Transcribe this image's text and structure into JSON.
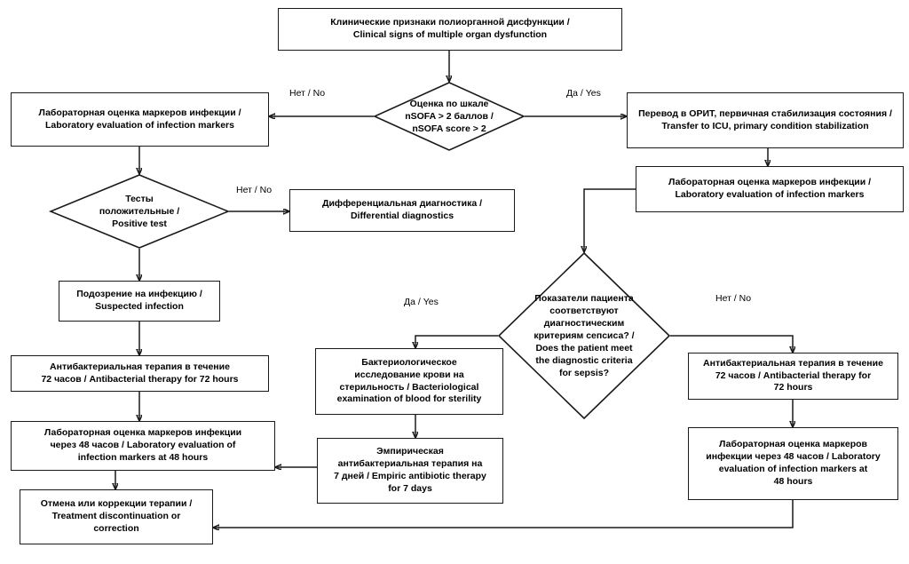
{
  "diagram": {
    "title": "Clinical algorithm for neonatal sepsis diagnosis and management",
    "type": "flowchart",
    "language": "ru-en-bilingual",
    "colors": {
      "stroke": "#1a1a1a",
      "background": "#ffffff",
      "text": "#000000"
    },
    "nodes": {
      "clinical_signs": "Клинические признаки полиорганной дисфункции /\nClinical signs of multiple organ dysfunction",
      "nsofa_decision": "Оценка по шкале\nnSOFA > 2 баллов /\nnSOFA score > 2",
      "lab_eval_left": "Лабораторная оценка маркеров инфекции /\nLaboratory evaluation of infection markers",
      "transfer_icu": "Перевод в ОРИТ, первичная стабилизация состояния /\nTransfer to ICU, primary condition stabilization",
      "lab_eval_right": "Лабораторная оценка маркеров инфекции /\nLaboratory evaluation of infection markers",
      "positive_test": "Тесты\nположительные /\nPositive test",
      "differential": "Дифференциальная диагностика /\nDifferential diagnostics",
      "suspected_infection": "Подозрение на инфекцию /\nSuspected infection",
      "sepsis_criteria": "Показатели пациента\nсоответствуют\nдиагностическим\nкритериям сепсиса? /\nDoes the patient meet\nthe diagnostic criteria\nfor sepsis?",
      "antibacterial_left": "Антибактериальная терапия в течение\n72 часов / Antibacterial therapy for 72 hours",
      "bacteriological": "Бактериологическое\nисследование крови на\nстерильность / Bacteriological\nexamination of blood for sterility",
      "antibacterial_right": "Антибактериальная терапия в течение\n72 часов / Antibacterial therapy for\n72 hours",
      "lab_48_left": "Лабораторная оценка маркеров инфекции\nчерез 48 часов / Laboratory evaluation of\ninfection markers at 48 hours",
      "empiric_therapy": "Эмпирическая\nантибактериальная терапия на\n7 дней / Empiric antibiotic therapy\nfor 7 days",
      "lab_48_right": "Лабораторная оценка маркеров\nинфекции через 48 часов / Laboratory\nevaluation of infection markers at\n48 hours",
      "treatment_end": "Отмена или коррекции терапии /\nTreatment discontinuation or\ncorrection"
    },
    "edge_labels": {
      "nsofa_no": "Нет / No",
      "nsofa_yes": "Да / Yes",
      "positive_test_no": "Нет / No",
      "sepsis_yes": "Да / Yes",
      "sepsis_no": "Нет / No"
    }
  }
}
